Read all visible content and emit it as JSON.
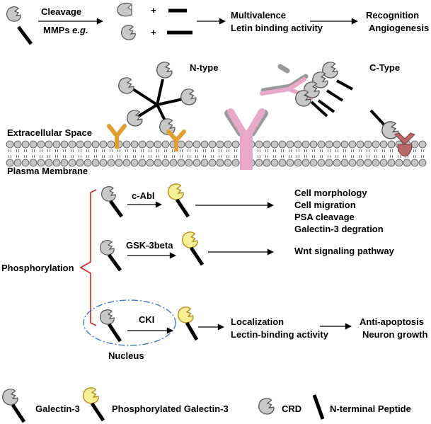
{
  "cleavage": {
    "label": "Cleavage",
    "mmps_prefix": "MMPs ",
    "mmps_italic": "e.g.",
    "plus": "+",
    "result_line1": "Multivalence",
    "result_line2": "Letin binding activity",
    "outcome_line1": "Recognition",
    "outcome_line2": "Angiogenesis"
  },
  "membrane": {
    "n_type": "N-type",
    "c_type": "C-Type",
    "extracellular": "Extracellular Space",
    "plasma": "Plasma Membrane"
  },
  "phosphorylation": {
    "label": "Phosphorylation",
    "nucleus": "Nucleus",
    "pathways": [
      {
        "kinase": "c-Abl",
        "effects": [
          "Cell morphology",
          "Cell migration",
          "PSA cleavage",
          "Galectin-3 degration"
        ]
      },
      {
        "kinase": "GSK-3beta",
        "effects": [
          "Wnt signaling pathway"
        ]
      },
      {
        "kinase": "CKI",
        "effects": [
          "Localization",
          "Lectin-binding activity"
        ],
        "outcomes": [
          "Anti-apoptosis",
          "Neuron growth"
        ]
      }
    ]
  },
  "legend": {
    "galectin3": "Galectin-3",
    "phospho": "Phosphorylated Galectin-3",
    "crd": "CRD",
    "peptide": "N-terminal Peptide"
  },
  "colors": {
    "crd_fill": "#c8c8c8",
    "phospho_fill": "#f5ef96",
    "phospho_stroke": "#b78c1e",
    "lipid_head": "#c6c6c6",
    "orange_receptor": "#e0a030",
    "pink_receptor": "#e8a8c8",
    "red_brace": "#d02020",
    "nucleus_ring": "#3c7ac8",
    "brown_receptor": "#b86a6a"
  }
}
